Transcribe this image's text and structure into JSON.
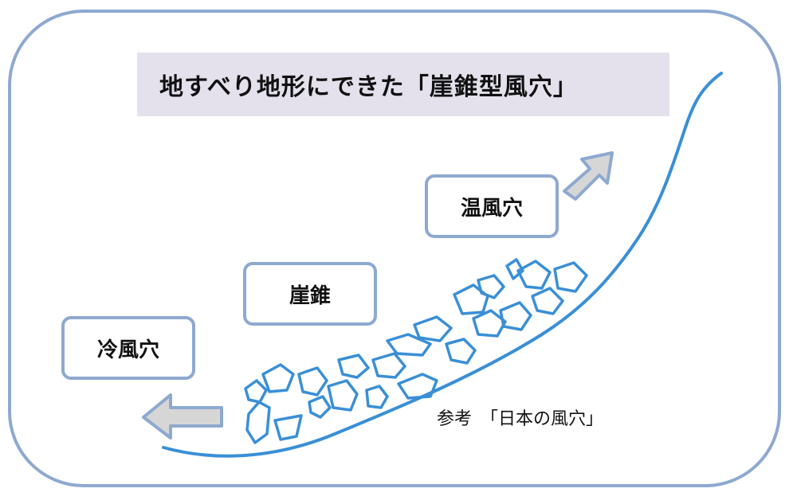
{
  "diagram": {
    "title": "地すべり地形にできた「崖錐型風穴」",
    "labels": {
      "warm_wind_hole": "温風穴",
      "talus": "崖錐",
      "cold_wind_hole": "冷風穴"
    },
    "reference": "参考　「日本の風穴」",
    "colors": {
      "frame": "#8ea9d0",
      "title_band": "#e4e1ec",
      "slope_line": "#3a8fd6",
      "rocks": "#3a8fd6",
      "arrow_fill": "#d6d6d6",
      "arrow_stroke": "#8ea9d0"
    },
    "icons": {
      "warm_air_arrow": "arrow-up-right",
      "cold_air_arrow": "arrow-left"
    }
  }
}
